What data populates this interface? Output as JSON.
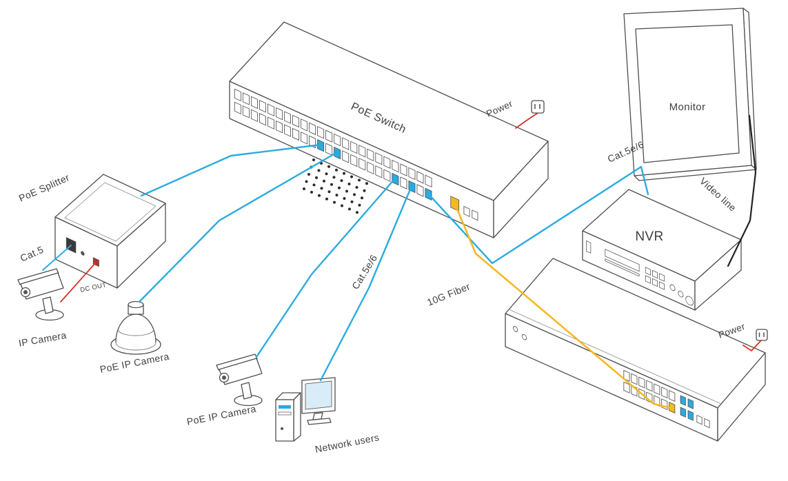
{
  "diagram": {
    "type": "network-topology",
    "colors": {
      "data_cable": "#29abe2",
      "fiber_cable": "#f5b921",
      "power_cable": "#d93025",
      "video_cable": "#222222",
      "outline": "#4d4d4d",
      "label_text": "#404040"
    },
    "nodes": {
      "poe_switch": {
        "label": "PoE Switch"
      },
      "monitor": {
        "label": "Monitor"
      },
      "nvr": {
        "label": "NVR"
      },
      "poe_splitter": {
        "label": "PoE Splitter"
      },
      "ip_camera": {
        "label": "IP Camera"
      },
      "poe_ip_camera_dome": {
        "label": "PoE IP Camera"
      },
      "poe_ip_camera_bullet": {
        "label": "PoE IP Camera"
      },
      "network_users": {
        "label": "Network users"
      }
    },
    "cables": {
      "power_top": {
        "label": "Power",
        "type": "power"
      },
      "power_bottom": {
        "label": "Power",
        "type": "power"
      },
      "cat5e6_nvr": {
        "label": "Cat.5e/6",
        "type": "data"
      },
      "cat5e6_users": {
        "label": "Cat.5e/6",
        "type": "data"
      },
      "cat5_in": {
        "label": "Cat.5",
        "type": "data"
      },
      "dc_out": {
        "label": "DC OUT",
        "type": "power"
      },
      "fiber_10g": {
        "label": "10G Fiber",
        "type": "fiber"
      },
      "video": {
        "label": "Video line",
        "type": "video"
      }
    }
  }
}
